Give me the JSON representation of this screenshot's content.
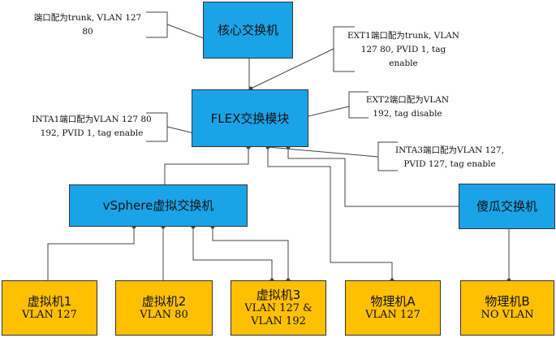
{
  "nodes": {
    "core": {
      "label": "核心交换机"
    },
    "flex": {
      "label": "FLEX交换模块"
    },
    "vsphere": {
      "label": "vSphere虚拟交换机"
    },
    "dumb": {
      "label": "傻瓜交换机"
    },
    "vm1": {
      "label": "虚拟机1",
      "sub": "VLAN 127"
    },
    "vm2": {
      "label": "虚拟机2",
      "sub": "VLAN 80"
    },
    "vm3": {
      "label": "虚拟机3",
      "sub": "VLAN 127 &\nVLAN 192"
    },
    "pmA": {
      "label": "物理机A",
      "sub": "VLAN 127"
    },
    "pmB": {
      "label": "物理机B",
      "sub": "NO VLAN"
    }
  },
  "notes": {
    "core_port": "端口配为trunk, VLAN 127\n80",
    "ext1": "EXT1端口配为trunk, VLAN\n127 80, PVID 1, tag\nenable",
    "ext2": "EXT2端口配为VLAN\n192, tag disable",
    "inta1": "INTA1端口配为VLAN 127 80\n192, PVID 1, tag enable",
    "inta3": "INTA3端口配为VLAN 127,\nPVID 127, tag enable"
  },
  "colors": {
    "switch": "#1ba3e8",
    "host": "#ffc000",
    "line": "#444444"
  }
}
